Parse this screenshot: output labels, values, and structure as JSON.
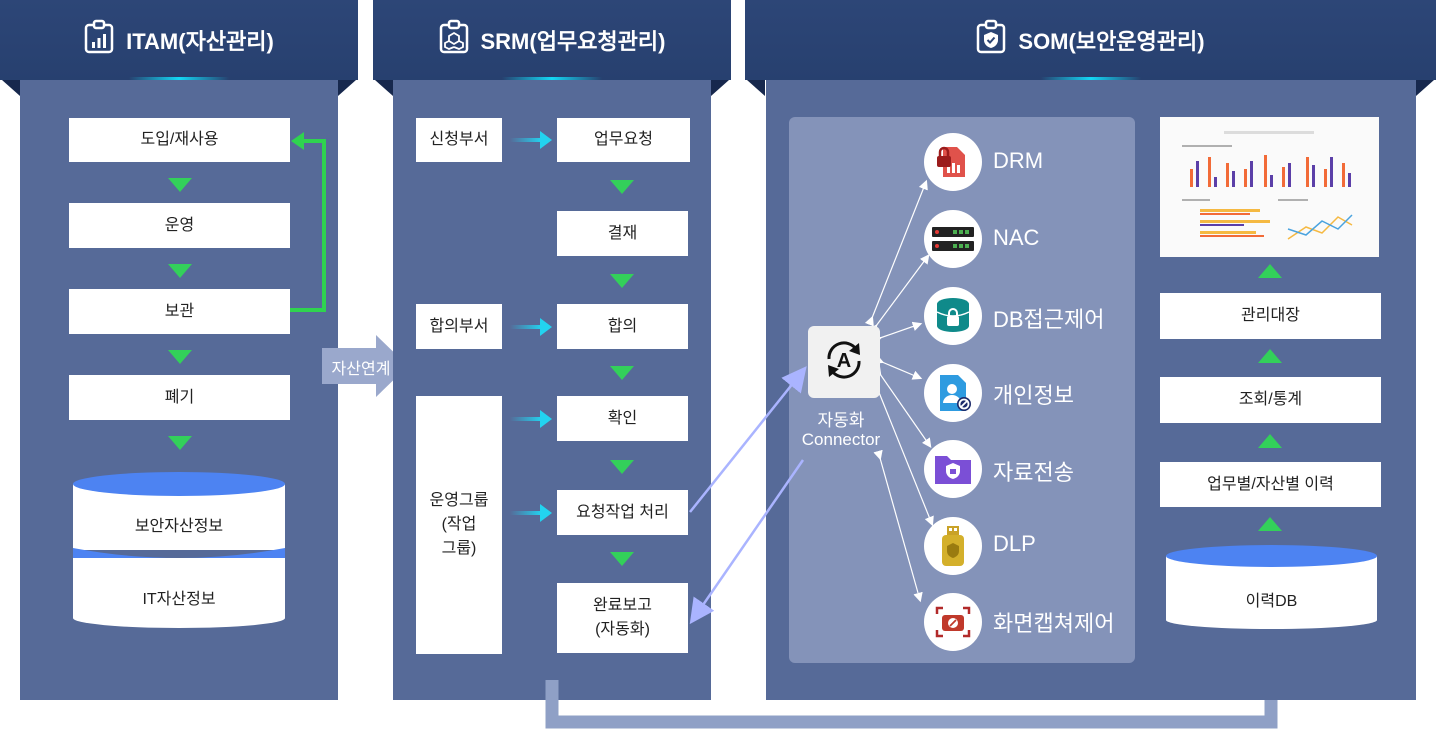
{
  "sections": {
    "itam": {
      "title": "ITAM(자산관리)",
      "icon": "chart-clipboard-icon"
    },
    "srm": {
      "title": "SRM(업무요청관리)",
      "icon": "boxes-clipboard-icon"
    },
    "som": {
      "title": "SOM(보안운영관리)",
      "icon": "shield-clipboard-icon"
    }
  },
  "itam": {
    "steps": [
      "도입/재사용",
      "운영",
      "보관",
      "폐기"
    ],
    "db_top": "보안자산정보",
    "db_bottom": "IT자산정보"
  },
  "link_label": "자산연계",
  "srm": {
    "depts": {
      "apply": "신청부서",
      "agree": "합의부서",
      "ops": "운영그룹\n(작업\n그룹)"
    },
    "steps": [
      "업무요청",
      "결재",
      "합의",
      "확인",
      "요청작업 처리",
      "완료보고\n(자동화)"
    ]
  },
  "som": {
    "connector": {
      "line1": "자동화",
      "line2": "Connector",
      "icon": "automation-a-icon"
    },
    "services": [
      {
        "label": "DRM",
        "icon": "lock-document-icon"
      },
      {
        "label": "NAC",
        "icon": "server-rack-icon"
      },
      {
        "label": "DB접근제어",
        "icon": "database-lock-icon"
      },
      {
        "label": "개인정보",
        "icon": "personal-file-block-icon"
      },
      {
        "label": "자료전송",
        "icon": "folder-shield-icon"
      },
      {
        "label": "DLP",
        "icon": "usb-shield-icon"
      },
      {
        "label": "화면캡쳐제어",
        "icon": "camera-block-icon"
      }
    ],
    "history_steps": [
      "관리대장",
      "조회/통계",
      "업무별/자산별 이력"
    ],
    "db_label": "이력DB",
    "dashboard_icon": "dashboard-report-thumbnail"
  },
  "colors": {
    "header": "#2b4475",
    "panel": "#566a98",
    "arrow_green": "#33d05a",
    "arrow_cyan": "#22d3f0",
    "connector_line": "#aab4ff"
  }
}
